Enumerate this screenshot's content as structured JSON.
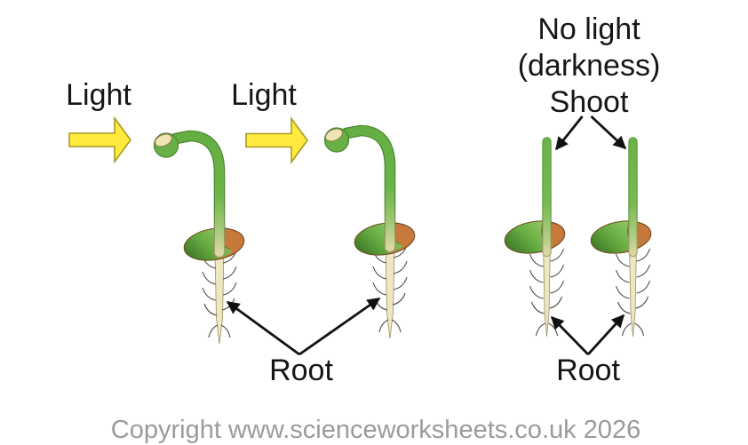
{
  "diagram": {
    "left_panel": {
      "light_label_1": "Light",
      "light_label_2": "Light",
      "root_label": "Root"
    },
    "right_panel": {
      "no_light_line_1": "No light",
      "no_light_line_2": "(darkness)",
      "shoot_label": "Shoot",
      "root_label": "Root"
    },
    "footer": {
      "copyright": "Copyright www.scienceworksheets.co.uk 2026"
    }
  },
  "colors": {
    "light_arrow_fill": "#FFEA3D",
    "light_arrow_border": "#A89B24",
    "stem_green": "#6CB44A",
    "stem_green_dark": "#4E8A33",
    "seed_green": "#66AC42",
    "seed_orange": "#C6793A",
    "root_cream": "#EEE7C3",
    "label_text": "#161616",
    "copyright_text": "#9B9B9B",
    "annotation_arrow": "#111111"
  }
}
